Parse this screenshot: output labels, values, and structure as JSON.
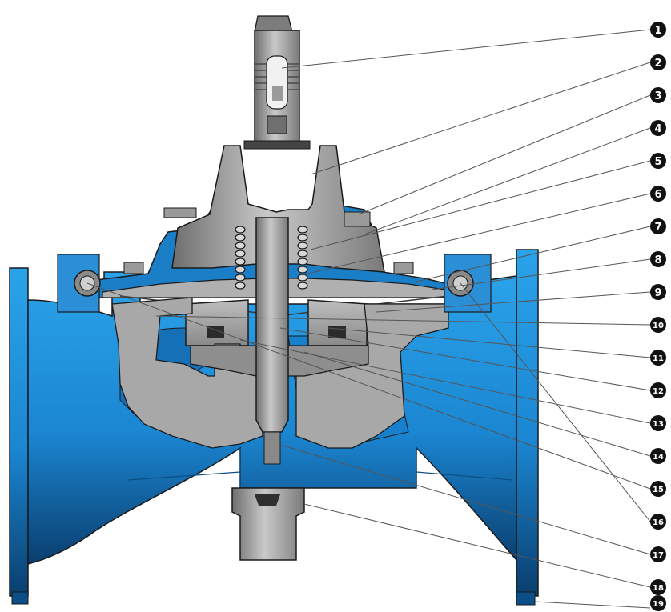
{
  "colors": {
    "body_blue": "#1f8fd8",
    "body_blue_dark": "#0b4f86",
    "bonnet_blue": "#1b7fc8",
    "metal_gray": "#9e9e9e",
    "metal_gray_light": "#c4c4c4",
    "metal_gray_dark": "#5a5a5a",
    "outline": "#1a1a1a",
    "leader_line": "#555555",
    "marker_fill": "#111111",
    "marker_text": "#ffffff"
  },
  "callouts": [
    "1",
    "2",
    "3",
    "4",
    "5",
    "6",
    "7",
    "8",
    "9",
    "10",
    "11",
    "12",
    "13",
    "14",
    "15",
    "16",
    "17",
    "18",
    "19"
  ]
}
